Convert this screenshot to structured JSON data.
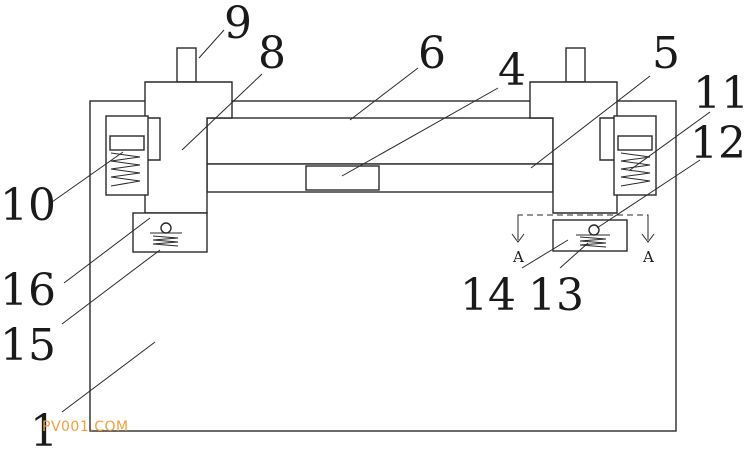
{
  "labels": {
    "l1": "1",
    "l4": "4",
    "l5": "5",
    "l6": "6",
    "l8": "8",
    "l9": "9",
    "l10": "10",
    "l11": "11",
    "l12": "12",
    "l13": "13",
    "l14": "14",
    "l15": "15",
    "l16": "16"
  },
  "section_marks": {
    "left": "A",
    "right": "A"
  },
  "watermark": "PV001.COM"
}
